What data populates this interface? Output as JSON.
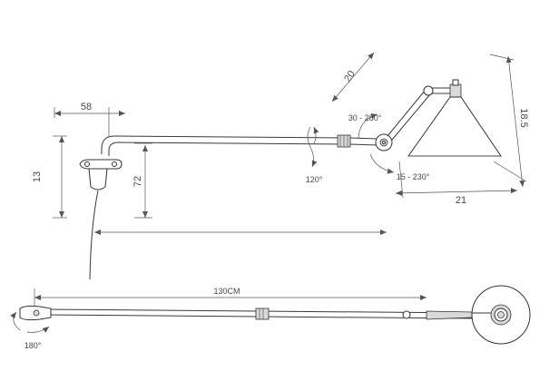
{
  "labels": {
    "dim_58": "58",
    "dim_13": "13",
    "dim_72": "72",
    "dim_20": "20",
    "dim_18_5": "18.5",
    "dim_21": "21",
    "rot_30_280": "30 - 280°",
    "rot_15_230": "15 - 230°",
    "rot_120": "120°",
    "length_130cm": "130CM",
    "rot_180": "180°"
  }
}
